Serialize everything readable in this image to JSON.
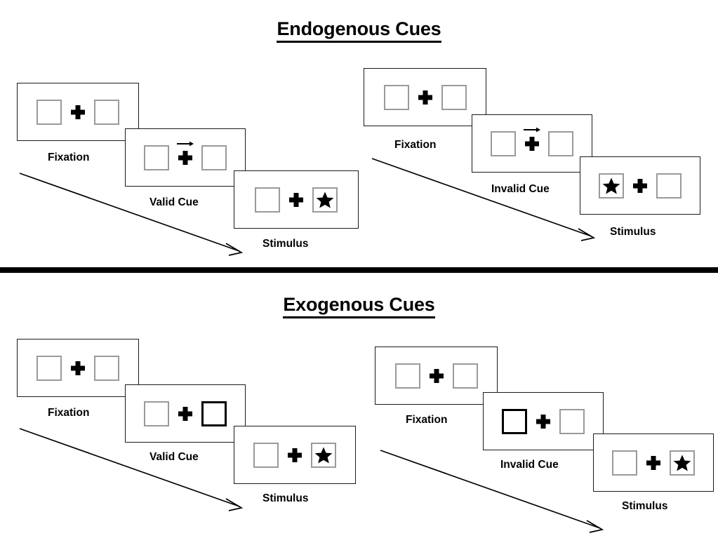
{
  "figure": {
    "sections": [
      {
        "id": "endogenous",
        "title": "Endogenous Cues",
        "groups": [
          {
            "id": "endogenous-valid",
            "panels": [
              {
                "caption": "Fixation",
                "left_box": "empty",
                "right_box": "empty",
                "arrow_cue": "none",
                "cued_side": "none"
              },
              {
                "caption": "Valid Cue",
                "left_box": "empty",
                "right_box": "empty",
                "arrow_cue": "right",
                "cued_side": "none"
              },
              {
                "caption": "Stimulus",
                "left_box": "empty",
                "right_box": "star",
                "arrow_cue": "none",
                "cued_side": "none"
              }
            ]
          },
          {
            "id": "endogenous-invalid",
            "panels": [
              {
                "caption": "Fixation",
                "left_box": "empty",
                "right_box": "empty",
                "arrow_cue": "none",
                "cued_side": "none"
              },
              {
                "caption": "Invalid Cue",
                "left_box": "empty",
                "right_box": "empty",
                "arrow_cue": "right",
                "cued_side": "none"
              },
              {
                "caption": "Stimulus",
                "left_box": "star",
                "right_box": "empty",
                "arrow_cue": "none",
                "cued_side": "none"
              }
            ]
          }
        ]
      },
      {
        "id": "exogenous",
        "title": "Exogenous Cues",
        "groups": [
          {
            "id": "exogenous-valid",
            "panels": [
              {
                "caption": "Fixation",
                "left_box": "empty",
                "right_box": "empty",
                "arrow_cue": "none",
                "cued_side": "none"
              },
              {
                "caption": "Valid Cue",
                "left_box": "empty",
                "right_box": "empty",
                "arrow_cue": "none",
                "cued_side": "right"
              },
              {
                "caption": "Stimulus",
                "left_box": "empty",
                "right_box": "star",
                "arrow_cue": "none",
                "cued_side": "none"
              }
            ]
          },
          {
            "id": "exogenous-invalid",
            "panels": [
              {
                "caption": "Fixation",
                "left_box": "empty",
                "right_box": "empty",
                "arrow_cue": "none",
                "cued_side": "none"
              },
              {
                "caption": "Invalid Cue",
                "left_box": "empty",
                "right_box": "empty",
                "arrow_cue": "none",
                "cued_side": "left"
              },
              {
                "caption": "Stimulus",
                "left_box": "empty",
                "right_box": "star",
                "arrow_cue": "none",
                "cued_side": "none"
              }
            ]
          }
        ]
      }
    ],
    "colors": {
      "background": "#ffffff",
      "ink": "#000000",
      "box_outline": "#9a9a9a",
      "cued_box_outline": "#000000",
      "frame_outline": "#1a1a1a"
    },
    "icons": {
      "fixation_cross": "plus-icon",
      "cue_arrow": "arrow-right-icon",
      "target": "star-icon",
      "timeline": "time-arrow-icon"
    }
  }
}
